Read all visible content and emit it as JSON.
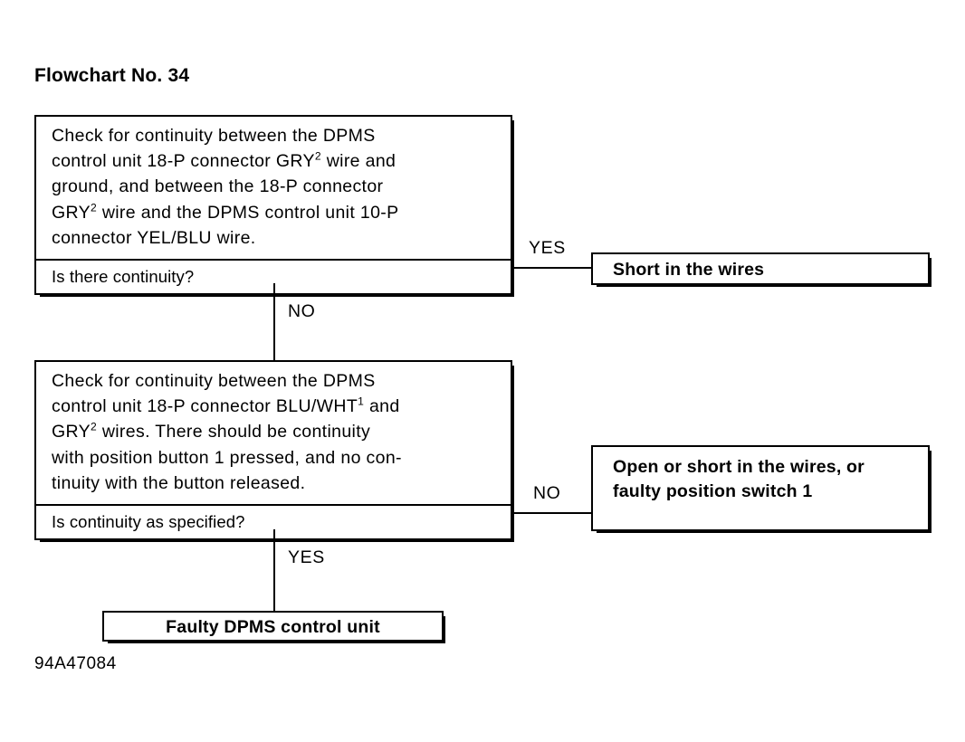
{
  "title": "Flowchart No. 34",
  "footer_code": "94A47084",
  "steps": [
    {
      "id": "step1",
      "statement_lines": [
        "Check for continuity between the DPMS",
        "control unit 18-P connector GRY<sup>2</sup> wire and",
        "ground, and between the 18-P connector",
        "GRY<sup>2</sup> wire and the DPMS control unit 10-P",
        "connector YEL/BLU wire."
      ],
      "question": "Is there continuity?",
      "yes_label": "YES",
      "no_label": "NO"
    },
    {
      "id": "step2",
      "statement_lines": [
        "Check for continuity between the DPMS",
        "control unit 18-P connector BLU/WHT<sup>1</sup> and",
        "GRY<sup>2</sup> wires. There should be continuity",
        "with position button 1 pressed, and no con-",
        "tinuity with the button released."
      ],
      "question": "Is continuity as specified?",
      "no_label": "NO",
      "yes_label": "YES"
    }
  ],
  "results": [
    {
      "id": "result1",
      "lines": [
        "Short in the wires"
      ]
    },
    {
      "id": "result2",
      "lines": [
        "Open or short in the wires, or",
        "faulty position switch 1"
      ]
    },
    {
      "id": "result3",
      "lines": [
        "Faulty DPMS control unit"
      ]
    }
  ],
  "colors": {
    "ink": "#000000",
    "paper": "#ffffff"
  }
}
